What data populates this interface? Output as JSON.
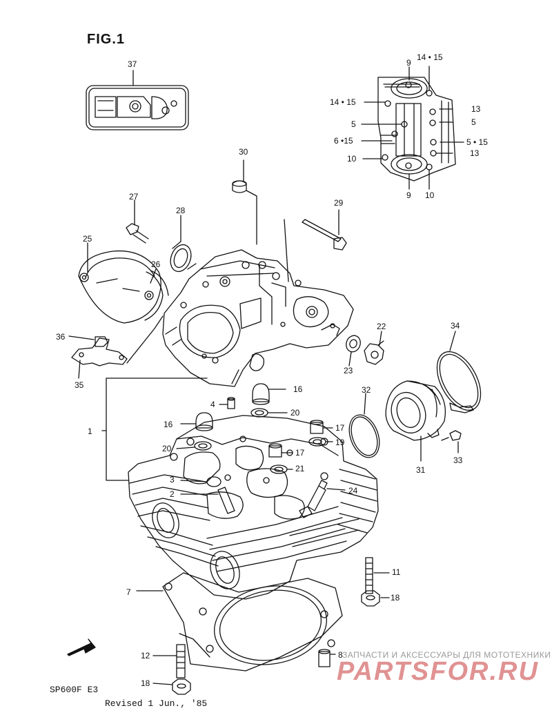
{
  "figure_title": "FIG.1",
  "model_code": "SP600F E3",
  "revision": "Revised 1 Jun., '85",
  "fwd_badge": "FWD",
  "watermark": {
    "subtitle": "ЗАПЧАСТИ И АКСЕССУАРЫ ДЛЯ МОТОТЕХНИКИ",
    "brand": "PARTSFOR.RU"
  },
  "callouts": [
    {
      "id": "c37",
      "text": "37"
    },
    {
      "id": "c9a",
      "text": "9"
    },
    {
      "id": "c14a",
      "text": "14 • 15"
    },
    {
      "id": "c14b",
      "text": "14 • 15"
    },
    {
      "id": "c13a",
      "text": "13"
    },
    {
      "id": "c5a",
      "text": "5"
    },
    {
      "id": "c5b",
      "text": "5"
    },
    {
      "id": "c6",
      "text": "6 •15"
    },
    {
      "id": "c5c",
      "text": "5 • 15"
    },
    {
      "id": "c10a",
      "text": "10"
    },
    {
      "id": "c13b",
      "text": "13"
    },
    {
      "id": "c9b",
      "text": "9"
    },
    {
      "id": "c10b",
      "text": "10"
    },
    {
      "id": "c30",
      "text": "30"
    },
    {
      "id": "c27",
      "text": "27"
    },
    {
      "id": "c28",
      "text": "28"
    },
    {
      "id": "c29",
      "text": "29"
    },
    {
      "id": "c25",
      "text": "25"
    },
    {
      "id": "c26",
      "text": "26"
    },
    {
      "id": "c22",
      "text": "22"
    },
    {
      "id": "c34",
      "text": "34"
    },
    {
      "id": "c36",
      "text": "36"
    },
    {
      "id": "c23",
      "text": "23"
    },
    {
      "id": "c35",
      "text": "35"
    },
    {
      "id": "c16a",
      "text": "16"
    },
    {
      "id": "c4",
      "text": "4"
    },
    {
      "id": "c32",
      "text": "32"
    },
    {
      "id": "c20a",
      "text": "20"
    },
    {
      "id": "c16b",
      "text": "16"
    },
    {
      "id": "c17a",
      "text": "17"
    },
    {
      "id": "c1",
      "text": "1"
    },
    {
      "id": "c19",
      "text": "19"
    },
    {
      "id": "c20b",
      "text": "20"
    },
    {
      "id": "c17b",
      "text": "17"
    },
    {
      "id": "c33",
      "text": "33"
    },
    {
      "id": "c31",
      "text": "31"
    },
    {
      "id": "c21",
      "text": "21"
    },
    {
      "id": "c3",
      "text": "3"
    },
    {
      "id": "c24",
      "text": "24"
    },
    {
      "id": "c2",
      "text": "2"
    },
    {
      "id": "c11",
      "text": "11"
    },
    {
      "id": "c7",
      "text": "7"
    },
    {
      "id": "c18a",
      "text": "18"
    },
    {
      "id": "c12",
      "text": "12"
    },
    {
      "id": "c8",
      "text": "8"
    },
    {
      "id": "c18b",
      "text": "18"
    }
  ]
}
